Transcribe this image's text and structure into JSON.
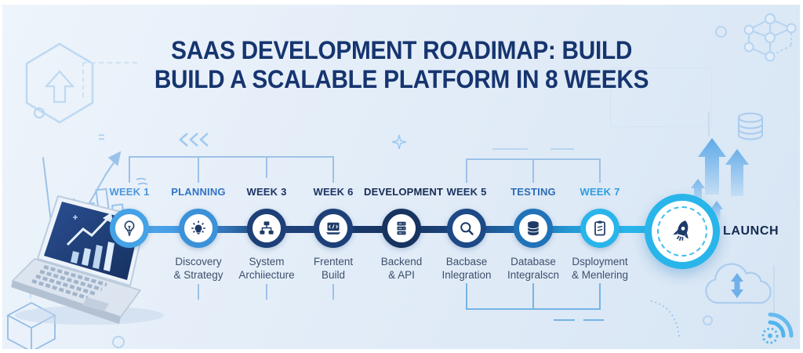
{
  "title": {
    "line1": "SAAS DEVELOPMENT ROADIMAP: BUILD",
    "line2": "BUILD A SCALABLE PLATFORM IN 8 WEEKS"
  },
  "colors": {
    "background_top": "#eef4fb",
    "background_bottom": "#d7e5f4",
    "title": "#16356f",
    "sublabel": "#3e4f6d",
    "icon_navy": "#1e3a66",
    "launch_ring": "#29b5ea",
    "bracket": "#9cc2e8",
    "bracket_bold": "#74b5e6"
  },
  "timeline": {
    "steps": [
      {
        "label": "WEEK 1",
        "label_color": "#4a97dd",
        "ring_color": "#45a2e6",
        "icon": "lightbulb-icon",
        "sublabel_line1": "",
        "sublabel_line2": ""
      },
      {
        "label": "PLANNING",
        "label_color": "#2f74c4",
        "ring_color": "#3b92d8",
        "icon": "innovation-icon",
        "sublabel_line1": "Discovery",
        "sublabel_line2": "& Strategy"
      },
      {
        "label": "WEEK 3",
        "label_color": "#1c3363",
        "ring_color": "#1e4078",
        "icon": "sitemap-icon",
        "sublabel_line1": "System",
        "sublabel_line2": "Archiiecture"
      },
      {
        "label": "WEEK 6",
        "label_color": "#1c3363",
        "ring_color": "#1e4078",
        "icon": "laptop-code-icon",
        "sublabel_line1": "Frentent",
        "sublabel_line2": "Build"
      },
      {
        "label": "DEVELOPMENT",
        "label_color": "#152a50",
        "ring_color": "#17335f",
        "icon": "server-icon",
        "sublabel_line1": "Backend",
        "sublabel_line2": "& API"
      },
      {
        "label": "WEEK 5",
        "label_color": "#1c3363",
        "ring_color": "#1d4a86",
        "icon": "search-icon",
        "sublabel_line1": "Bacbase",
        "sublabel_line2": "Inlegration"
      },
      {
        "label": "TESTING",
        "label_color": "#2a6cb4",
        "ring_color": "#2173b8",
        "icon": "database-icon",
        "sublabel_line1": "Database",
        "sublabel_line2": "Integralscn"
      },
      {
        "label": "WEEK 7",
        "label_color": "#2e9de2",
        "ring_color": "#29b5ea",
        "icon": "clipboard-icon",
        "sublabel_line1": "Dsployment",
        "sublabel_line2": "& Menlering"
      }
    ],
    "segments": [
      {
        "colors": [
          "#54a7ec",
          "#3f97de"
        ]
      },
      {
        "colors": [
          "#3f97de",
          "#1e4078"
        ]
      },
      {
        "colors": [
          "#1e4078",
          "#1e4078"
        ]
      },
      {
        "colors": [
          "#1b3a6e",
          "#17335f"
        ]
      },
      {
        "colors": [
          "#17335f",
          "#1d4a86"
        ]
      },
      {
        "colors": [
          "#1d4a86",
          "#2173b8"
        ]
      },
      {
        "colors": [
          "#2173b8",
          "#29b5ea"
        ]
      },
      {
        "colors": [
          "#29b5ea",
          "#29b5ea"
        ]
      }
    ],
    "launch": {
      "label": "LAUNCH",
      "ring_color": "#29b5ea",
      "icon": "rocket-icon"
    }
  },
  "decorations": [
    "hexagon-arrow-icon",
    "growth-chart-icon",
    "laptop-illustration",
    "chevrons-icon",
    "sparkle-icon",
    "network-nodes-icon",
    "database-outline-icon",
    "growth-arrows-icon",
    "cloud-sync-icon",
    "radar-icon",
    "cube-icon"
  ]
}
